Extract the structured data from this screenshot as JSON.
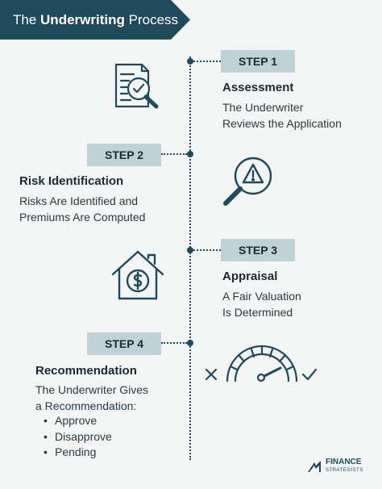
{
  "title": {
    "prefix": "The",
    "bold": "Underwriting",
    "suffix": "Process"
  },
  "steps": [
    {
      "tag": "STEP 1",
      "title": "Assessment",
      "desc": [
        "The Underwriter",
        "Reviews the Application"
      ]
    },
    {
      "tag": "STEP 2",
      "title": "Risk Identification",
      "desc": [
        "Risks Are Identified and",
        "Premiums Are Computed"
      ]
    },
    {
      "tag": "STEP 3",
      "title": "Appraisal",
      "desc": [
        "A Fair Valuation",
        "Is Determined"
      ]
    },
    {
      "tag": "STEP 4",
      "title": "Recommendation",
      "desc": [
        "The Underwriter Gives",
        "a Recommendation:"
      ],
      "bullets": [
        "Approve",
        "Disapprove",
        "Pending"
      ]
    }
  ],
  "logo": {
    "line1": "FINANCE",
    "line2": "STRATEGISTS"
  },
  "colors": {
    "navy": "#1f4a5c",
    "tag": "#bfd3d7",
    "background": "#f4f5f5"
  },
  "icons": [
    "document-magnifier-icon",
    "warning-magnifier-icon",
    "house-dollar-icon",
    "gauge-icon",
    "x-icon",
    "check-icon"
  ]
}
